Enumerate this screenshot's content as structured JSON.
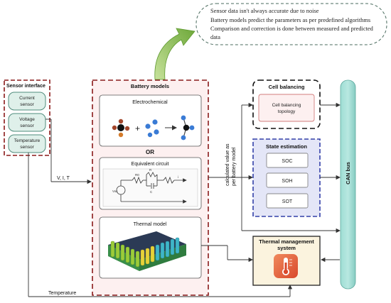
{
  "callout": {
    "line1": "Sensor data isn't always accurate due to noise",
    "line2": "Battery models predict the parameters as per predefined algorithms",
    "line3": "Comparison and correction is done between measured and predicted",
    "line4": "data"
  },
  "sensor_interface": {
    "title": "Sensor interface",
    "current": [
      "Current",
      "sensor"
    ],
    "voltage": [
      "Voltage",
      "sensor"
    ],
    "temperature": [
      "Temperature",
      "sensor"
    ]
  },
  "signals": {
    "vit": "V, I, T",
    "temperature": "Temperature",
    "calculated": [
      "calculated value as",
      "per battery model"
    ]
  },
  "battery_models": {
    "title": "Battery models",
    "electrochemical": "Electrochemical",
    "or": "OR",
    "equivalent_circuit": "Equivalent circuit",
    "thermal_model": "Thermal model",
    "circuit_labels": {
      "voc": "Voc",
      "r0": "R0",
      "c": "C",
      "r": "R",
      "i": "i"
    }
  },
  "cell_balancing": {
    "title": "Cell balancing",
    "inner": [
      "Cell balancing",
      "topology"
    ]
  },
  "state_estimation": {
    "title": "State estimation",
    "items": [
      "SOC",
      "SOH",
      "SOT"
    ]
  },
  "thermal_management": {
    "title": [
      "Thermal management",
      "system"
    ]
  },
  "can_bus": "CAN bus",
  "colors": {
    "dashed_border": "#8a1a1a",
    "sensor_fill": "#dff0ea",
    "sensor_stroke": "#4f8c7c",
    "battery_bg": "#fdf0f0",
    "state_bg": "#e4e6f7",
    "thermal_bg": "#fbf3de",
    "can_bus": "#8fd4cb",
    "arrow_green": "#8bc04e"
  }
}
